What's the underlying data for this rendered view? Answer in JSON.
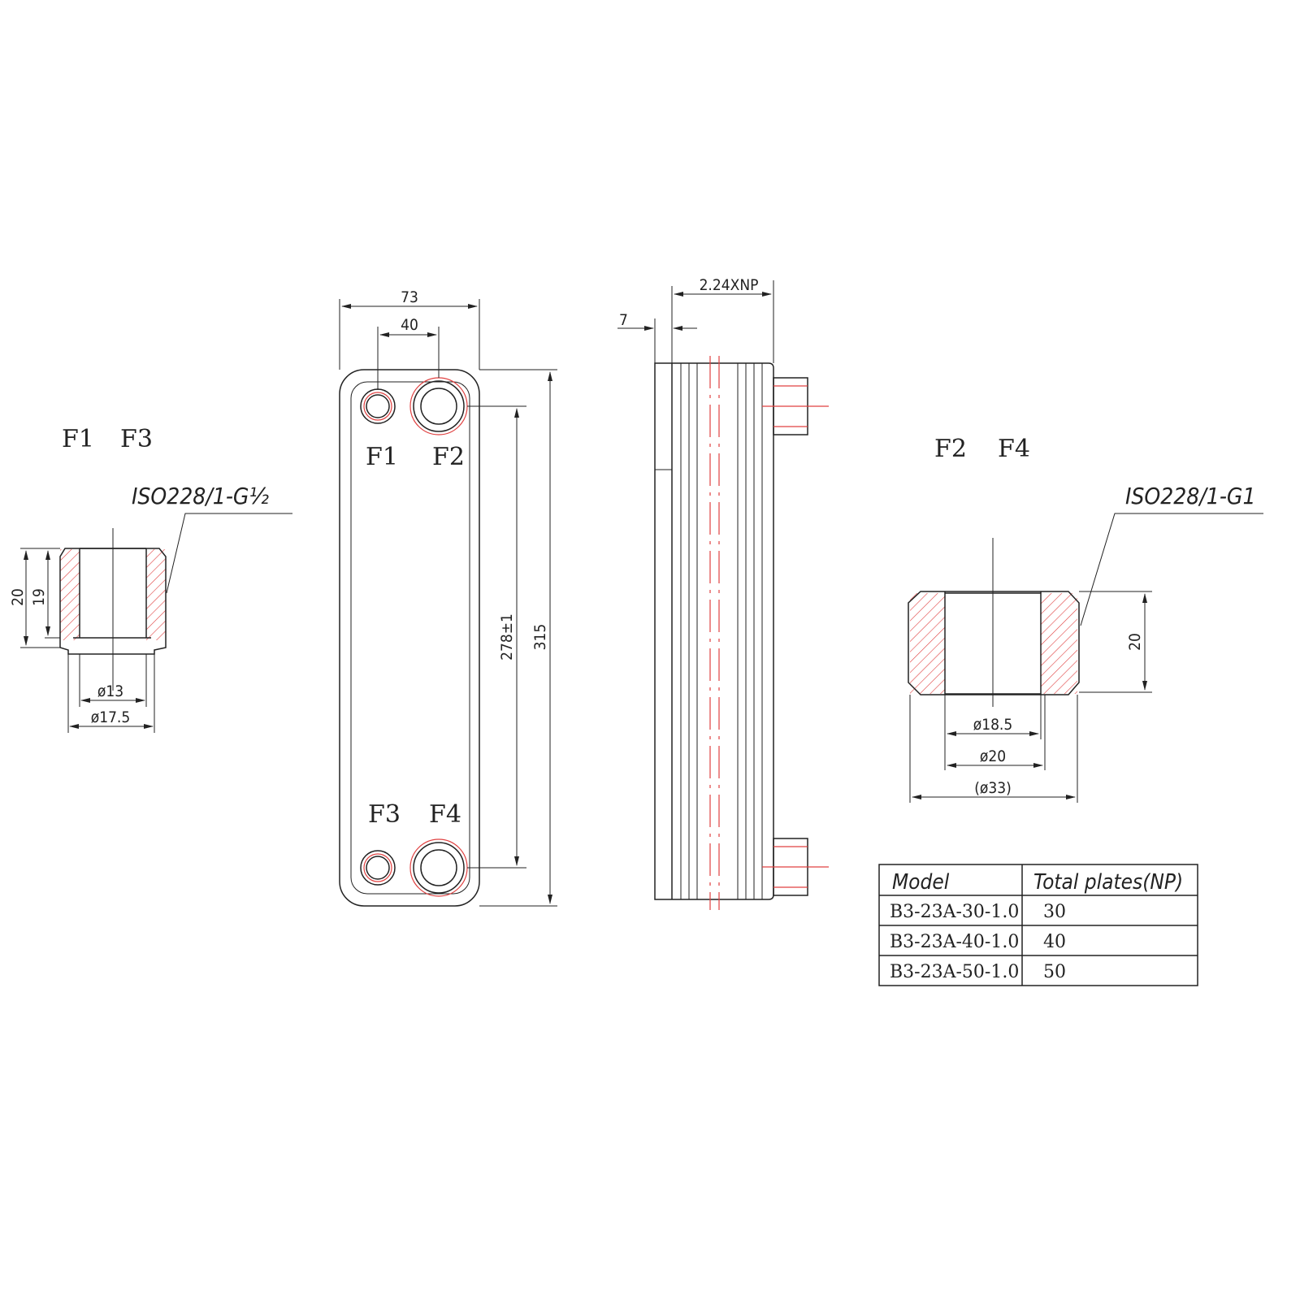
{
  "left_fitting": {
    "labels": [
      "F1",
      "F3"
    ],
    "thread_spec": "ISO228/1-G½",
    "dimensions": {
      "height_total": "20",
      "height_thread": "19",
      "bore": "ø13",
      "outer": "ø17.5"
    }
  },
  "front_view": {
    "ports": [
      "F1",
      "F2",
      "F3",
      "F4"
    ],
    "dimensions": {
      "width": "73",
      "port_spacing_h": "40",
      "port_spacing_v": "278±1",
      "height": "315"
    }
  },
  "side_view": {
    "dimensions": {
      "thickness": "2.24XNP",
      "end_plate": "7"
    }
  },
  "right_fitting": {
    "labels": [
      "F2",
      "F4"
    ],
    "thread_spec": "ISO228/1-G1",
    "dimensions": {
      "height": "20",
      "bore": "ø18.5",
      "inner": "ø20",
      "outer": "(ø33)"
    }
  },
  "model_table": {
    "headers": [
      "Model",
      "Total plates(NP)"
    ],
    "rows": [
      [
        "B3-23A-30-1.0",
        "30"
      ],
      [
        "B3-23A-40-1.0",
        "40"
      ],
      [
        "B3-23A-50-1.0",
        "50"
      ]
    ]
  },
  "colors": {
    "line": "#222222",
    "section_hatch": "#e04040"
  }
}
